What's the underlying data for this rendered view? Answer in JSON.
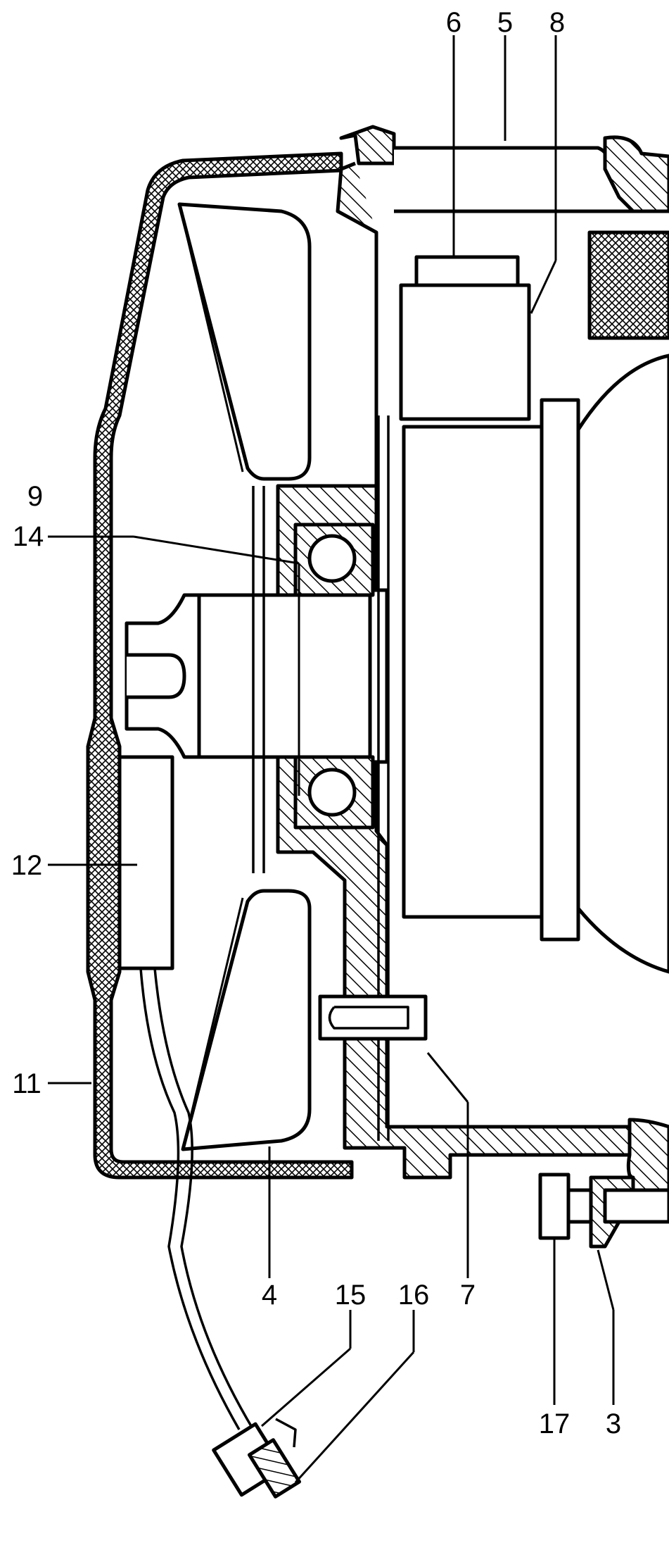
{
  "diagram": {
    "callouts": [
      {
        "id": "c6",
        "label": "6"
      },
      {
        "id": "c5",
        "label": "5"
      },
      {
        "id": "c8",
        "label": "8"
      },
      {
        "id": "c9",
        "label": "9"
      },
      {
        "id": "c14",
        "label": "14"
      },
      {
        "id": "c12",
        "label": "12"
      },
      {
        "id": "c11",
        "label": "11"
      },
      {
        "id": "c4",
        "label": "4"
      },
      {
        "id": "c15",
        "label": "15"
      },
      {
        "id": "c16",
        "label": "16"
      },
      {
        "id": "c7",
        "label": "7"
      },
      {
        "id": "c17",
        "label": "17"
      },
      {
        "id": "c3",
        "label": "3"
      }
    ]
  }
}
